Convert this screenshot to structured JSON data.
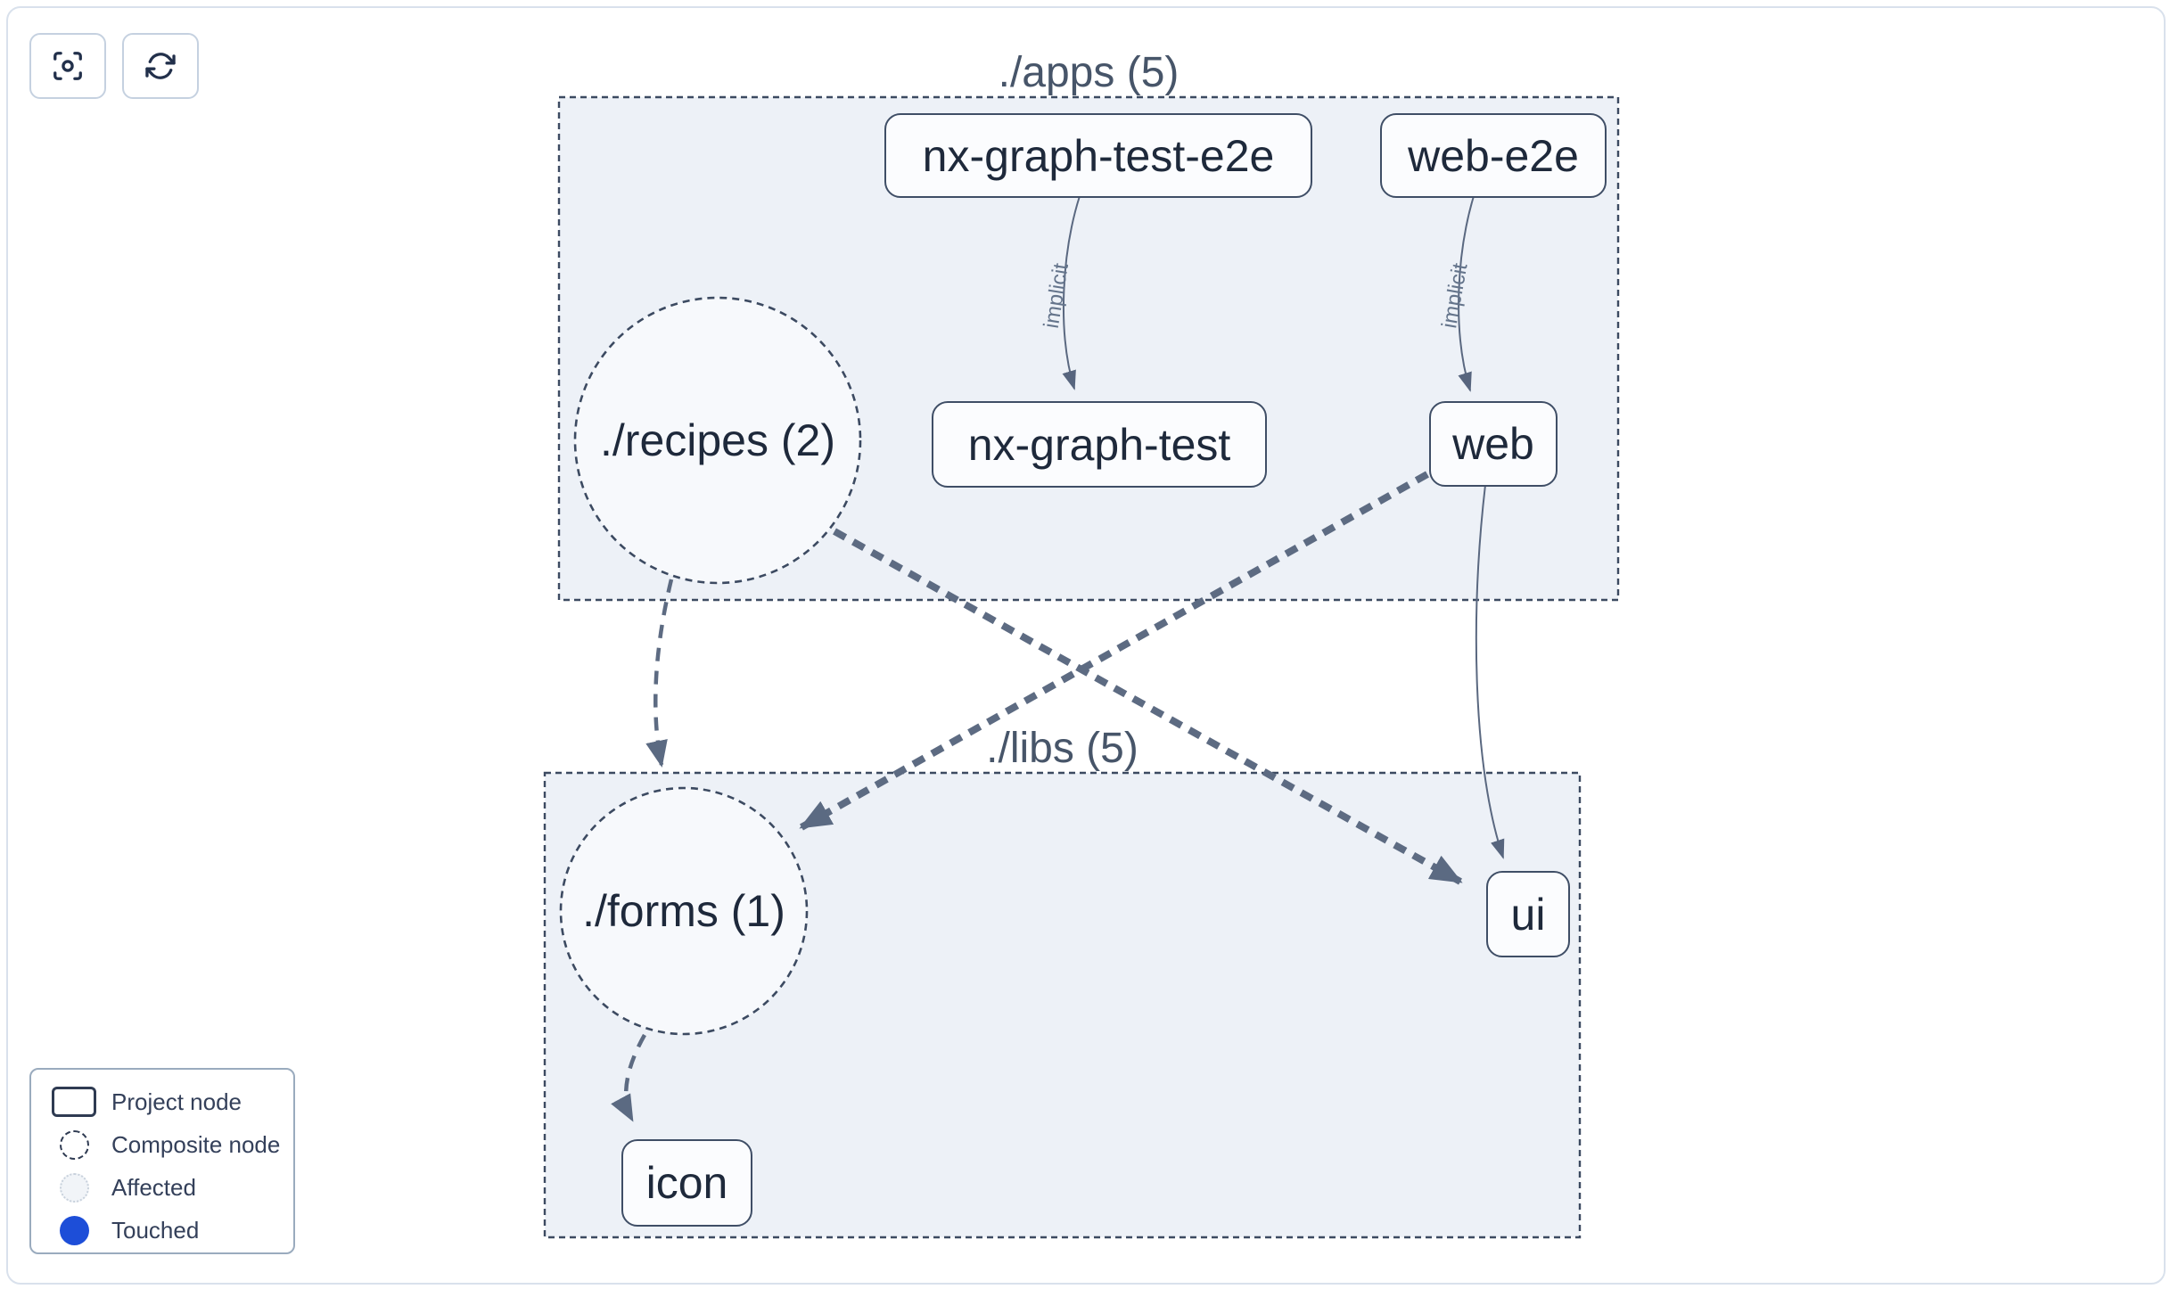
{
  "toolbar": {
    "buttons": [
      {
        "name": "focus",
        "icon": "focus-icon"
      },
      {
        "name": "refresh",
        "icon": "refresh-icon"
      }
    ]
  },
  "graph": {
    "groups": [
      {
        "id": "apps",
        "label": "./apps (5)"
      },
      {
        "id": "libs",
        "label": "./libs (5)"
      }
    ],
    "composite_nodes": [
      {
        "id": "recipes",
        "label": "./recipes (2)",
        "group": "apps"
      },
      {
        "id": "forms",
        "label": "./forms (1)",
        "group": "libs"
      }
    ],
    "project_nodes": [
      {
        "id": "nx-graph-test-e2e",
        "label": "nx-graph-test-e2e",
        "group": "apps"
      },
      {
        "id": "web-e2e",
        "label": "web-e2e",
        "group": "apps"
      },
      {
        "id": "nx-graph-test",
        "label": "nx-graph-test",
        "group": "apps"
      },
      {
        "id": "web",
        "label": "web",
        "group": "apps"
      },
      {
        "id": "ui",
        "label": "ui",
        "group": "libs"
      },
      {
        "id": "icon",
        "label": "icon",
        "group": "libs"
      }
    ],
    "edges": [
      {
        "from": "nx-graph-test-e2e",
        "to": "nx-graph-test",
        "label": "implicit",
        "style": "solid-thin"
      },
      {
        "from": "web-e2e",
        "to": "web",
        "label": "implicit",
        "style": "solid-thin"
      },
      {
        "from": "./recipes (2)",
        "to": "./forms (1)",
        "label": "",
        "style": "dashed"
      },
      {
        "from": "./recipes (2)",
        "to": "ui",
        "label": "",
        "style": "dashed"
      },
      {
        "from": "web",
        "to": "./forms (1)",
        "label": "",
        "style": "dashed"
      },
      {
        "from": "web",
        "to": "ui",
        "label": "",
        "style": "solid-thin"
      },
      {
        "from": "./forms (1)",
        "to": "icon",
        "label": "",
        "style": "dashed"
      }
    ]
  },
  "legend": {
    "items": [
      {
        "swatch": "project-node-swatch",
        "label": "Project node"
      },
      {
        "swatch": "composite-node-swatch",
        "label": "Composite node"
      },
      {
        "swatch": "affected-swatch",
        "label": "Affected"
      },
      {
        "swatch": "touched-swatch",
        "label": "Touched"
      }
    ]
  },
  "colors": {
    "touched_blue": "#1d4ed8",
    "container_fill": "#edf1f7",
    "node_fill": "#fbfcfe",
    "node_border": "#3f4e66",
    "edge": "#5d6b82",
    "node_text": "#1e293b",
    "group_label_text": "#475569",
    "edge_label_text": "#64748b"
  }
}
